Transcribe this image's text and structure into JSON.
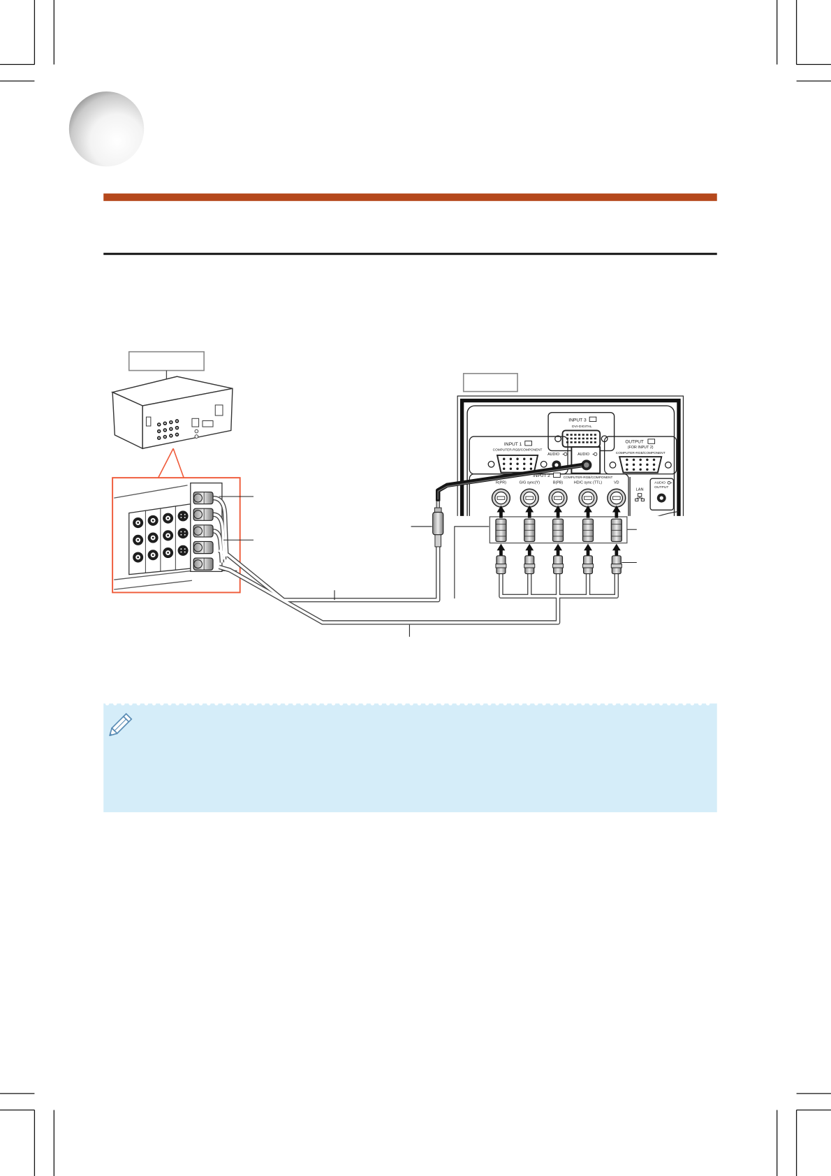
{
  "colors": {
    "accent_bar": "#b5481c",
    "callout_frame": "#ef5b3a",
    "note_background": "#d5edf9",
    "rule": "#222222"
  },
  "icons": {
    "section": "section-bullet-icon",
    "note": "pencil-icon",
    "lan": "lan-icon",
    "audio": "audio-in-icon",
    "monitor": "monitor-icon"
  },
  "projector_panel": {
    "input3": {
      "title": "INPUT 3",
      "subtitle": "DVI-DIGITAL"
    },
    "input1": {
      "title": "INPUT 1",
      "subtitle": "COMPUTER-RGB/COMPONENT",
      "audio": "AUDIO"
    },
    "input2_audio": "AUDIO",
    "output": {
      "title": "OUTPUT",
      "for_input": "(FOR INPUT 2)",
      "subtitle": "COMPUTER-RGB/COMPONENT"
    },
    "input2": {
      "title": "INPUT 2",
      "subtitle": "COMPUTER-RGB/COMPONENT",
      "columns": [
        "R(PR)",
        "G/G sync(Y)",
        "B(PB)",
        "HD/C sync (TTL)",
        "VD"
      ]
    },
    "lan": "LAN",
    "audio_output": {
      "line1": "AUDIO",
      "line2": "OUTPUT"
    }
  }
}
